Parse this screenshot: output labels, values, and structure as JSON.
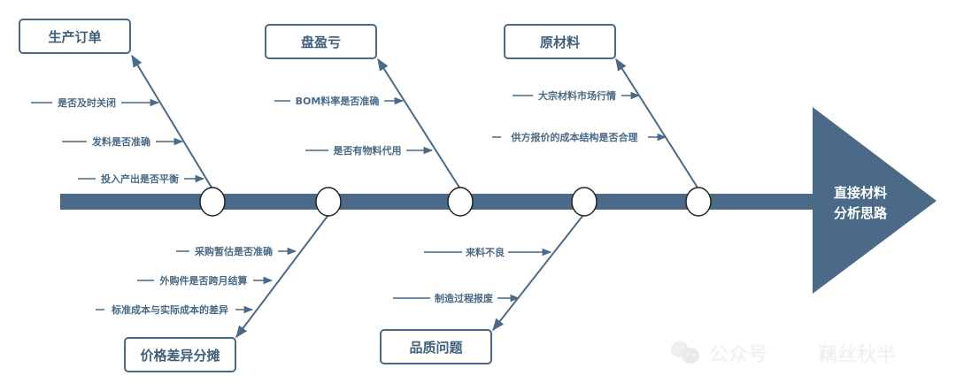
{
  "colors": {
    "primary": "#4a6a87",
    "box_border": "#4a6a87",
    "text": "#3f5f7a",
    "node_fill": "#ffffff",
    "node_stroke": "#222222",
    "watermark": "#ececec"
  },
  "head": {
    "line1": "直接材料",
    "line2": "分析思路"
  },
  "categories": [
    {
      "id": "production-order",
      "label": "生产订单",
      "position": "top",
      "causes": [
        "是否及时关闭",
        "发料是否准确",
        "投入产出是否平衡"
      ]
    },
    {
      "id": "inventory-variance",
      "label": "盘盈亏",
      "position": "top",
      "causes": [
        "BOM料率是否准确",
        "是否有物料代用"
      ]
    },
    {
      "id": "raw-material",
      "label": "原材料",
      "position": "top",
      "causes": [
        "大宗材料市场行情",
        "供方报价的成本结构是否合理"
      ]
    },
    {
      "id": "price-variance-allocation",
      "label": "价格差异分摊",
      "position": "bottom",
      "causes": [
        "采购暂估是否准确",
        "外购件是否跨月结算",
        "标准成本与实际成本的差异"
      ]
    },
    {
      "id": "quality-issue",
      "label": "品质问题",
      "position": "bottom",
      "causes": [
        "来料不良",
        "制造过程报废"
      ]
    }
  ],
  "watermark": {
    "icon": "wechat-icon",
    "prefix": "公众号",
    "name": "藕丝秋半"
  }
}
